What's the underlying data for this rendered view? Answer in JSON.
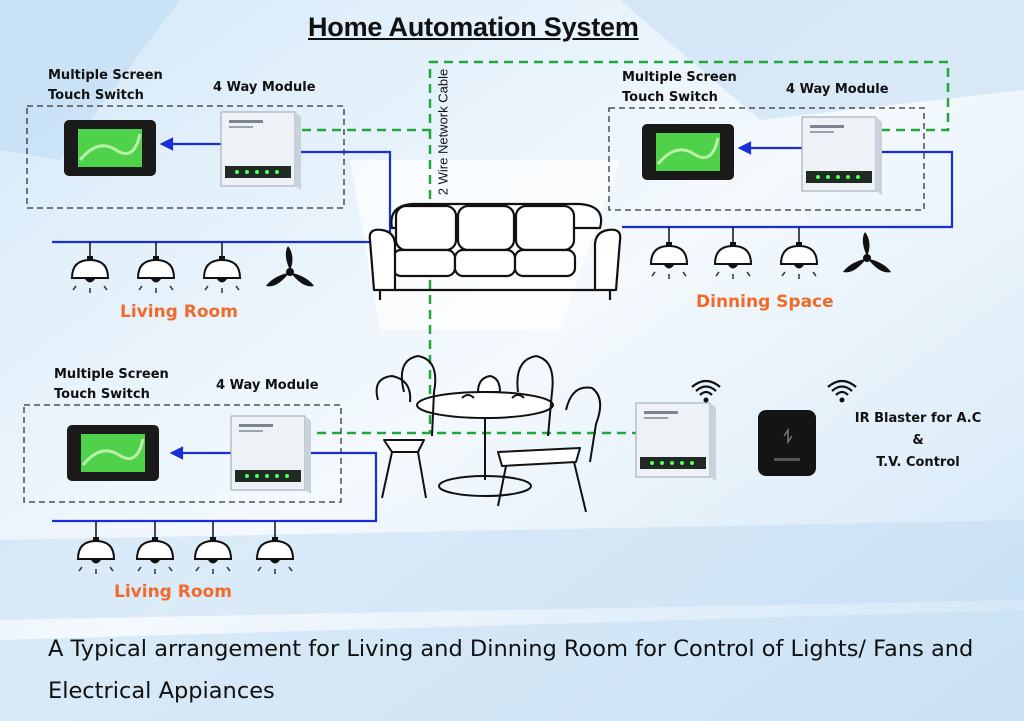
{
  "title": "Home Automation System",
  "cable_label": "2 Wire Network Cable",
  "zones": [
    {
      "touch_label_line1": "Multiple Screen",
      "touch_label_line2": "Touch Switch",
      "module_label": "4 Way Module",
      "room_label": "Living Room",
      "lights": 3,
      "fans": 1
    },
    {
      "touch_label_line1": "Multiple Screen",
      "touch_label_line2": "Touch Switch",
      "module_label": "4 Way Module",
      "room_label": "Dinning Space",
      "lights": 3,
      "fans": 1
    },
    {
      "touch_label_line1": "Multiple Screen",
      "touch_label_line2": "Touch Switch",
      "module_label": "4 Way Module",
      "room_label": "Living Room",
      "lights": 4,
      "fans": 0
    }
  ],
  "ir": {
    "line1": "IR Blaster for A.C",
    "line2": "&",
    "line3": "T.V. Control"
  },
  "caption": "A Typical arrangement for Living and Dinning Room for Control of Lights/ Fans and Electrical Appiances",
  "colors": {
    "network": "#22a83a",
    "power": "#1a2ed8",
    "room_label": "#f26a2a",
    "screen": "#4fd14a"
  },
  "icons": [
    "sofa-icon",
    "dining-set-icon",
    "ceiling-light-icon",
    "fan-icon",
    "wifi-icon",
    "ir-blaster-icon"
  ]
}
